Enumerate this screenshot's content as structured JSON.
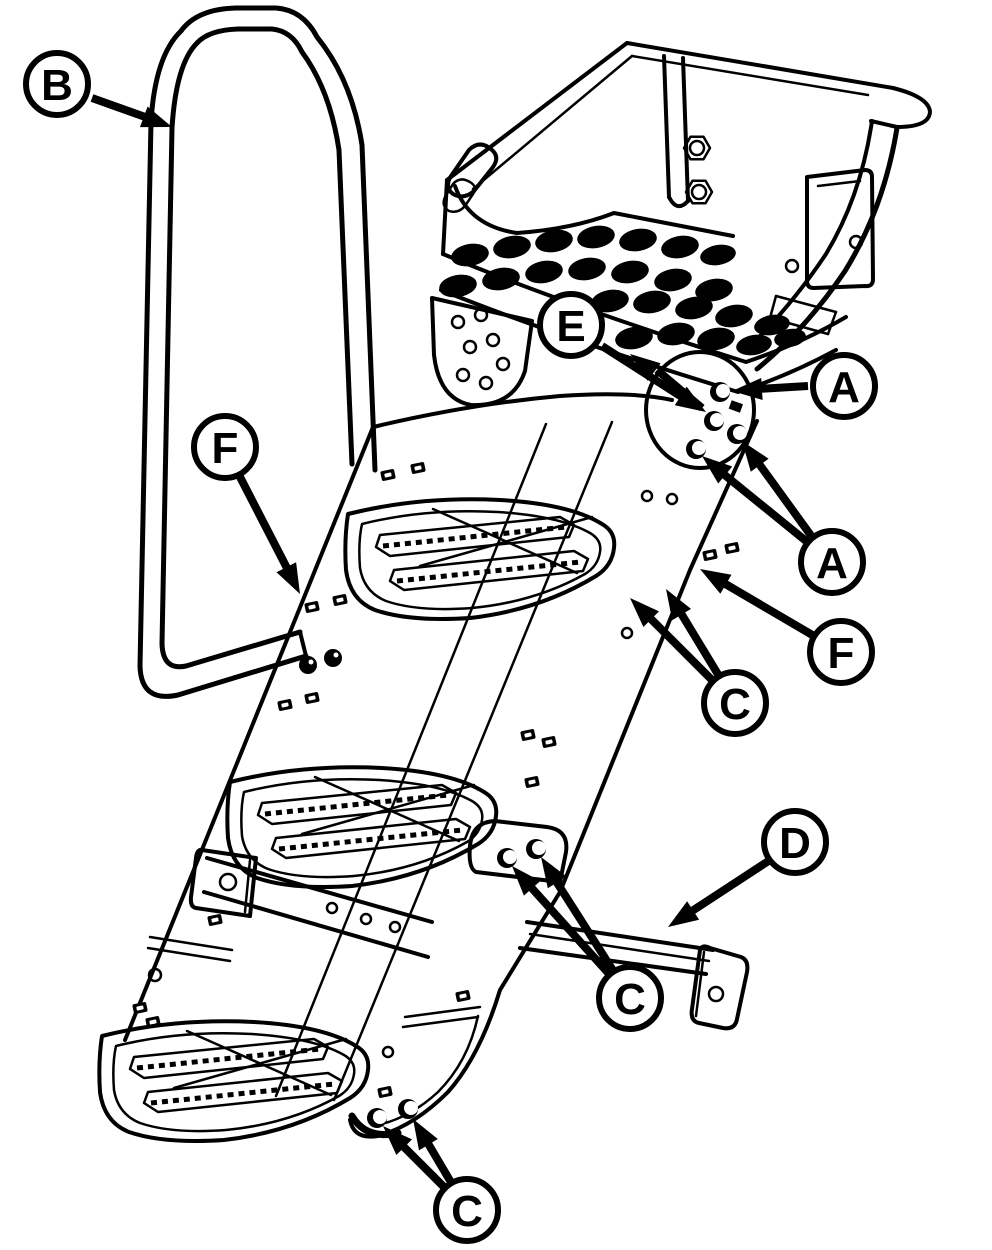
{
  "figure": {
    "background_color": "#ffffff",
    "line_color": "#000000",
    "description": "Exploded line-art parts diagram of an equipment ladder assembly with handrail, operator platform and three serrated steps"
  },
  "callouts": {
    "a_top": {
      "letter": "A"
    },
    "a_mid": {
      "letter": "A"
    },
    "b": {
      "letter": "B"
    },
    "c_mid": {
      "letter": "C"
    },
    "c_lower": {
      "letter": "C"
    },
    "c_bottom": {
      "letter": "C"
    },
    "d": {
      "letter": "D"
    },
    "e": {
      "letter": "E"
    },
    "f_left": {
      "letter": "F"
    },
    "f_right": {
      "letter": "F"
    }
  }
}
